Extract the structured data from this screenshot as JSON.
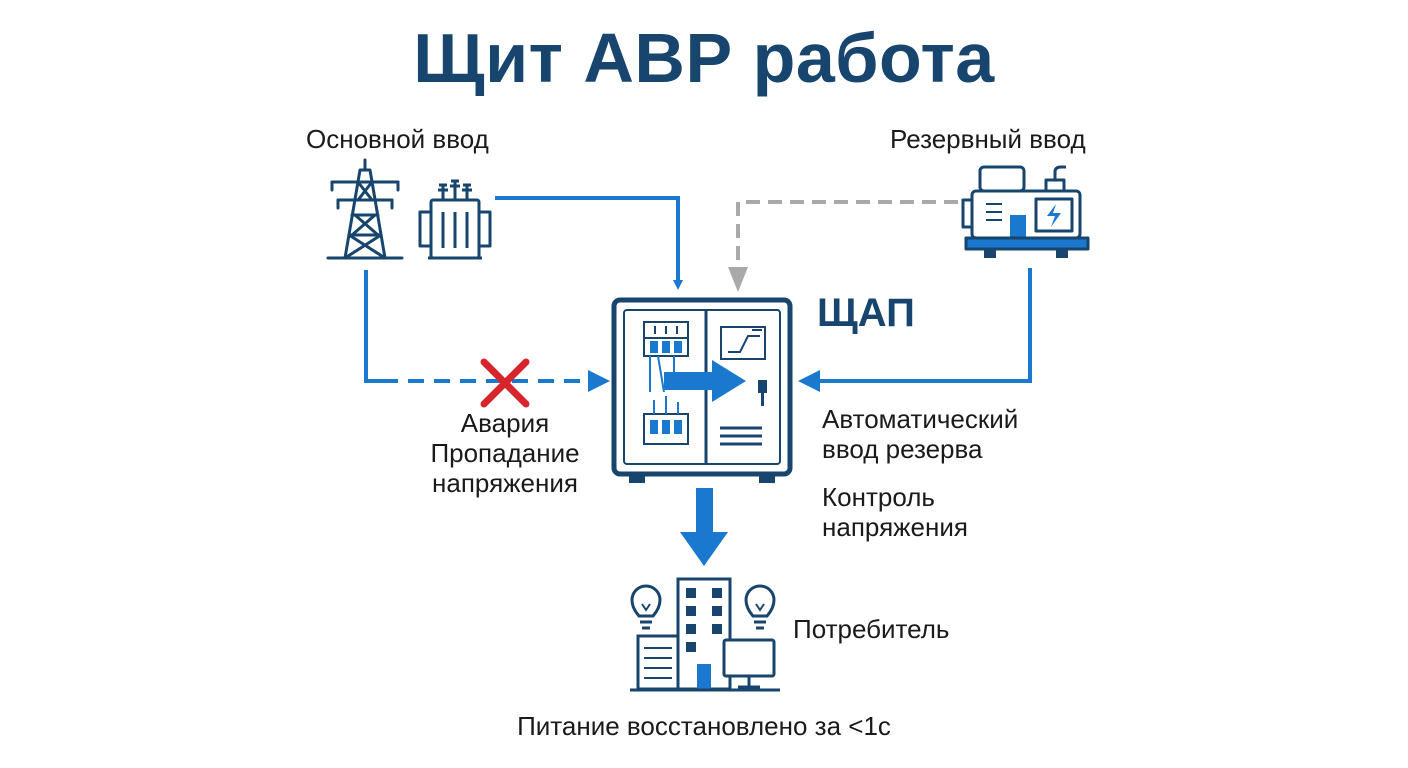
{
  "title": "Щит АВР работа",
  "main_input": {
    "label": "Основной ввод"
  },
  "reserve_input": {
    "label": "Резервный ввод"
  },
  "panel": {
    "label": "ЩАП"
  },
  "alarm": {
    "lines": [
      "Авария",
      "Пропадание",
      "напряжения"
    ]
  },
  "functions": {
    "ats_lines": [
      "Автоматический",
      "ввод резерва"
    ],
    "control_lines": [
      "Контроль",
      "напряжения"
    ]
  },
  "consumer": {
    "label": "Потребитель"
  },
  "footer": "Питание восстановлено за <1с",
  "colors": {
    "dark_blue": "#17456e",
    "accent_blue": "#1a78cf",
    "alert_red": "#d6262b",
    "inactive_gray": "#a9a9a9"
  },
  "icons": [
    "power-tower-icon",
    "transformer-icon",
    "generator-icon",
    "ats-panel-icon",
    "failure-cross-icon",
    "building-icon",
    "light-bulb-icon",
    "monitor-icon"
  ]
}
